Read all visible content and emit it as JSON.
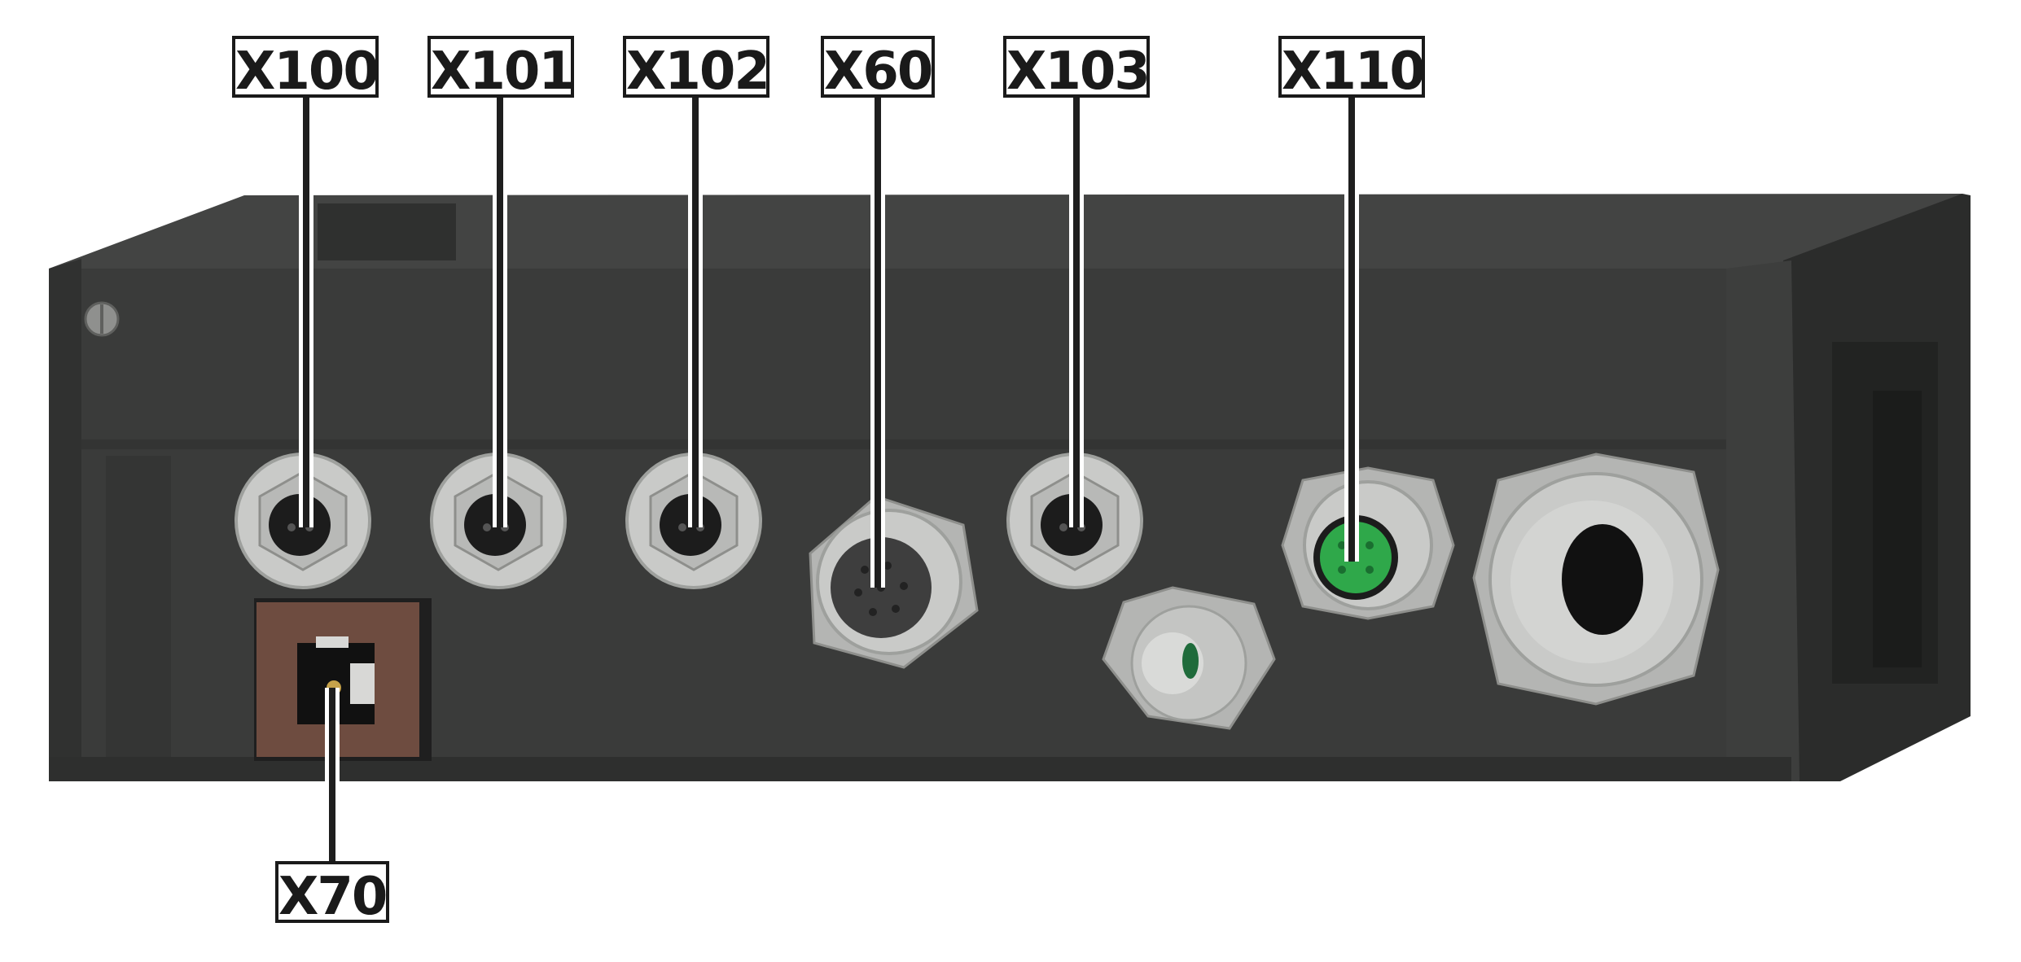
{
  "colors": {
    "housing_front": "#3a3b3a",
    "housing_top": "#434443",
    "housing_edge": "#2b2c2b",
    "metal": "#c9cac8",
    "metal_dark": "#9ea09d",
    "socket": "#1c1c1c",
    "green_connector": "#2fa84a",
    "brown_plate": "#6e4c40",
    "leader_line": "#1e1e1e",
    "label_border": "#1a1a1a"
  },
  "connectors": [
    {
      "id": "X100",
      "label": "X100",
      "kind": "m8-socket-2pin"
    },
    {
      "id": "X101",
      "label": "X101",
      "kind": "m8-socket-2pin"
    },
    {
      "id": "X102",
      "label": "X102",
      "kind": "m8-socket-2pin"
    },
    {
      "id": "X60",
      "label": "X60",
      "kind": "m12-socket-8pin"
    },
    {
      "id": "X103",
      "label": "X103",
      "kind": "m8-socket-2pin"
    },
    {
      "id": "X110",
      "label": "X110",
      "kind": "green-4pin-connector"
    },
    {
      "id": "X70",
      "label": "X70",
      "kind": "service-socket"
    }
  ],
  "unlabeled_parts": [
    {
      "name": "small-cable-gland"
    },
    {
      "name": "large-cable-gland"
    }
  ]
}
